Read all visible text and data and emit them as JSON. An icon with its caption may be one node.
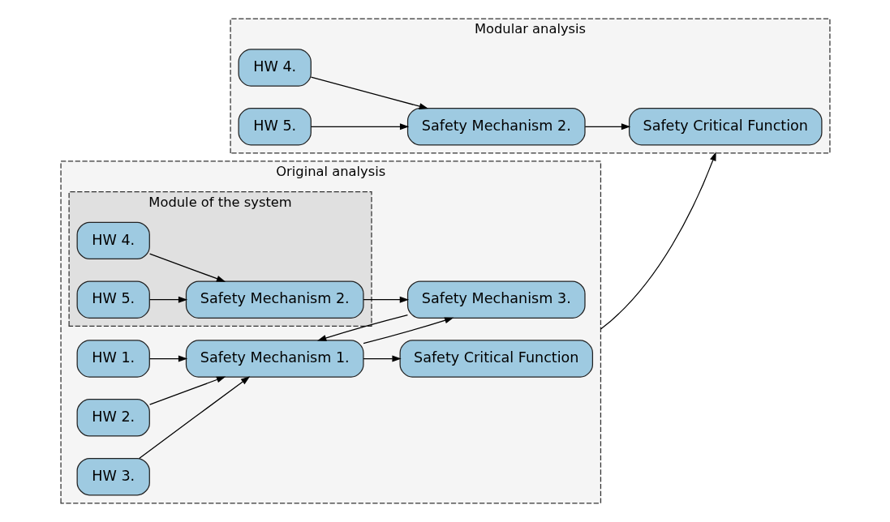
{
  "diagram": {
    "nodes": [
      {
        "text": [
          "Original analysis"
        ]
      },
      {
        "text": [
          "Safety Critical Function"
        ],
        "in": 0
      },
      {
        "text": [
          "HW 1."
        ],
        "in": 0
      },
      {
        "text": [
          "HW 2."
        ],
        "in": 0
      },
      {
        "text": [
          "HW 3."
        ],
        "in": 0
      },
      {
        "text": [
          "Safety Mechanism 1."
        ],
        "in": 0
      },
      {
        "text": [
          "Safety Mechanism 3."
        ],
        "in": 0
      },
      {
        "text": [
          "Module of the system"
        ],
        "in": 0
      },
      {
        "text": [
          "HW 4."
        ],
        "in": 7
      },
      {
        "text": [
          "HW 5."
        ],
        "in": 7
      },
      {
        "text": [
          "Safety Mechanism 2."
        ],
        "in": 7
      },
      {
        "text": [
          "Modular analysis"
        ]
      },
      {
        "text": [
          "Safety Critical Function"
        ],
        "in": 11
      },
      {
        "text": [
          "HW 4."
        ],
        "in": 11
      },
      {
        "text": [
          "HW 5."
        ],
        "in": 11
      },
      {
        "text": [
          "Safety Mechanism 2."
        ],
        "in": 11
      }
    ],
    "edges": [
      {
        "from": 2,
        "to": 5,
        "arrow": "to"
      },
      {
        "from": 3,
        "to": 5,
        "arrow": "to"
      },
      {
        "from": 4,
        "to": 5,
        "arrow": "to"
      },
      {
        "from": 5,
        "to": 1,
        "arrow": "to"
      },
      {
        "from": 5,
        "to": 6,
        "arrow": "to"
      },
      {
        "from": 6,
        "to": 5,
        "arrow": "to"
      },
      {
        "from": 8,
        "to": 10,
        "arrow": "to"
      },
      {
        "from": 9,
        "to": 10,
        "arrow": "to"
      },
      {
        "from": 10,
        "to": 6,
        "arrow": "to"
      },
      {
        "from": 0,
        "to": 11,
        "arrow": "to"
      },
      {
        "from": 13,
        "to": 15,
        "arrow": "to"
      },
      {
        "from": 14,
        "to": 15,
        "arrow": "to"
      },
      {
        "from": 15,
        "to": 12,
        "arrow": "to"
      }
    ]
  }
}
